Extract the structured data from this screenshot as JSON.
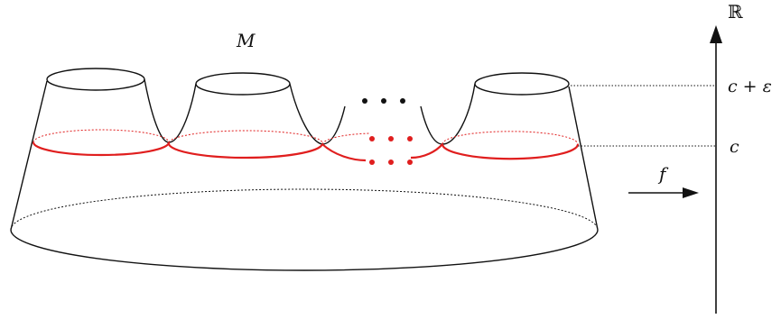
{
  "labels": {
    "manifold": "M",
    "map": "f",
    "real_line": "ℝ",
    "level_upper": "c + ε",
    "level_lower": "c"
  },
  "colors": {
    "stroke": "#111111",
    "critical_level": "#e01e1e",
    "background": "#ffffff"
  },
  "icons": {
    "ellipsis_above": "three-black-dots",
    "ellipsis_red": "two-rows-red-dots"
  }
}
